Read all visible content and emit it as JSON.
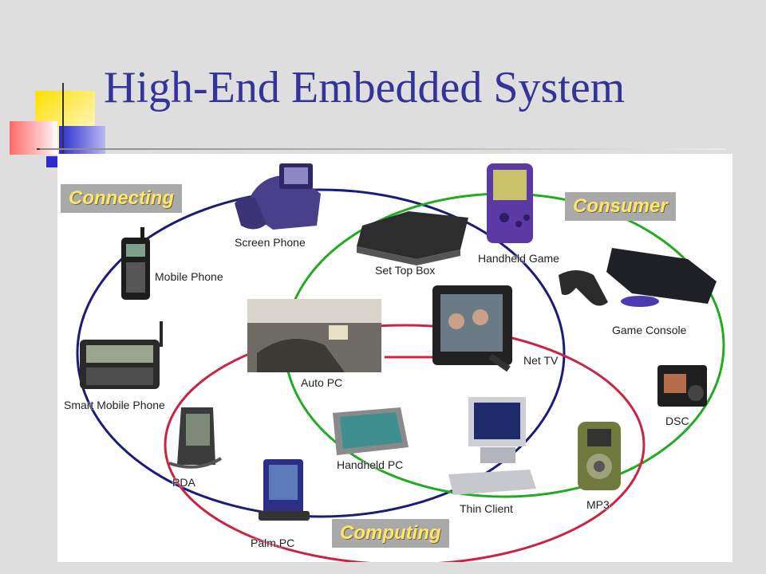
{
  "title": "High-End Embedded System",
  "categories": {
    "connecting": "Connecting",
    "consumer": "Consumer",
    "computing": "Computing"
  },
  "devices": {
    "screen_phone": "Screen Phone",
    "set_top_box": "Set Top Box",
    "handheld_game": "Handheld Game",
    "mobile_phone": "Mobile Phone",
    "game_console": "Game Console",
    "auto_pc": "Auto PC",
    "net_tv": "Net TV",
    "smart_mobile_phone": "Smart Mobile Phone",
    "dsc": "DSC",
    "handheld_pc": "Handheld PC",
    "pda": "PDA",
    "thin_client": "Thin Client",
    "mp3": "MP3",
    "palm_pc": "Palm PC"
  },
  "colors": {
    "title": "#33339a",
    "connecting_ring": "#1b1b7a",
    "consumer_ring": "#22aa22",
    "computing_ring": "#cc2244",
    "category_text": "#ffe66b"
  }
}
